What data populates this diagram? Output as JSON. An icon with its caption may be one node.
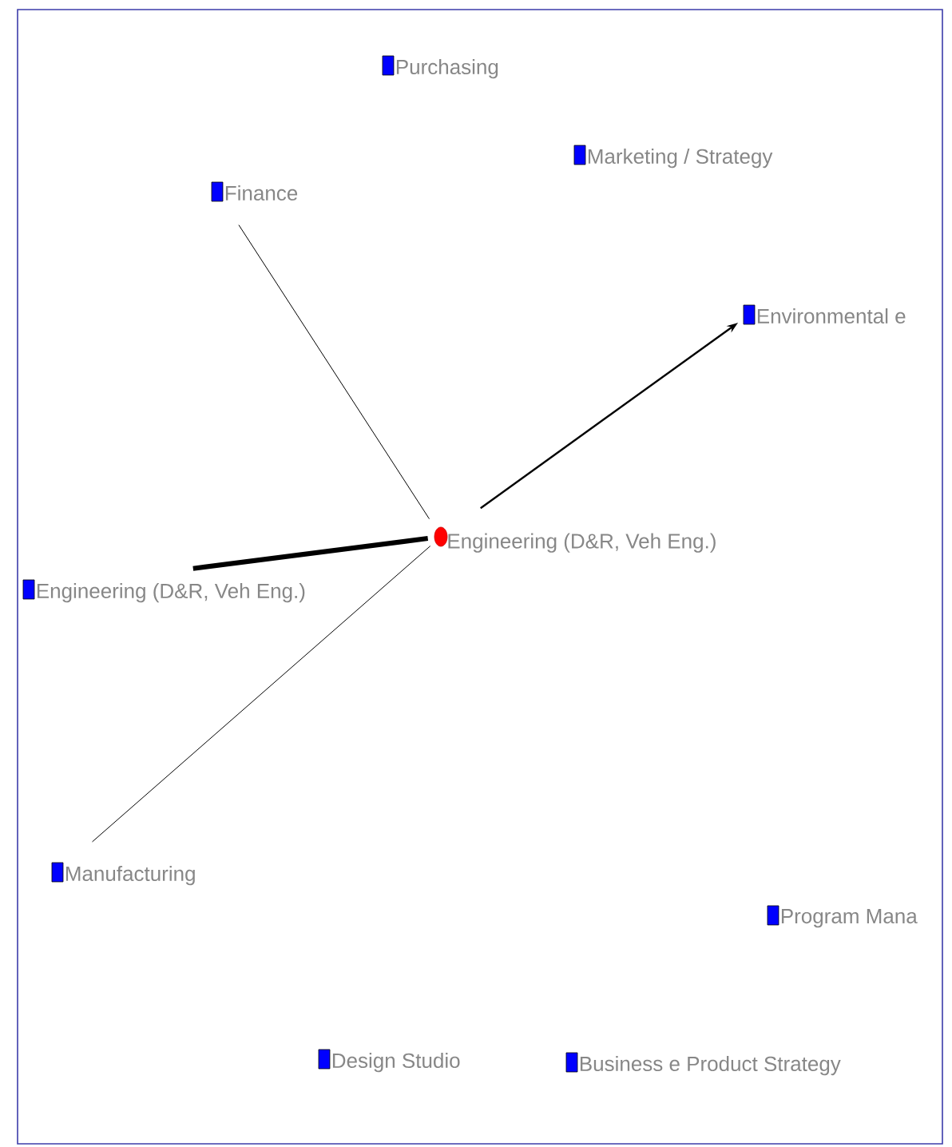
{
  "diagram": {
    "nodes": [
      {
        "text": [],
        "shape": "box",
        "beside": [
          "Purchasing"
        ]
      },
      {
        "text": [],
        "shape": "box",
        "beside": [
          "Marketing / Strategy"
        ]
      },
      {
        "text": [],
        "shape": "box",
        "beside": [
          "Finance"
        ]
      },
      {
        "text": [],
        "shape": "box",
        "beside": [
          "Environmental e"
        ]
      },
      {
        "text": [],
        "shape": "circle",
        "beside": [
          "Engineering (D&R, Veh Eng.)"
        ]
      },
      {
        "text": [],
        "shape": "box",
        "beside": [
          "Engineering (D&R, Veh Eng.)"
        ]
      },
      {
        "text": [],
        "shape": "box",
        "beside": [
          "Manufacturing"
        ]
      },
      {
        "text": [],
        "shape": "box",
        "beside": [
          "Program Mana"
        ]
      },
      {
        "text": [],
        "shape": "box",
        "beside": [
          "Design Studio"
        ]
      },
      {
        "text": [],
        "shape": "box",
        "beside": [
          "Business e Product Strategy"
        ]
      }
    ],
    "edges": [
      {
        "from": 2,
        "to": 4,
        "arrow": "none"
      },
      {
        "from": 4,
        "to": 3,
        "arrow": "to"
      },
      {
        "from": 5,
        "to": 4,
        "arrow": "none",
        "style": "thick"
      },
      {
        "from": 6,
        "to": 4,
        "arrow": "none"
      }
    ]
  }
}
